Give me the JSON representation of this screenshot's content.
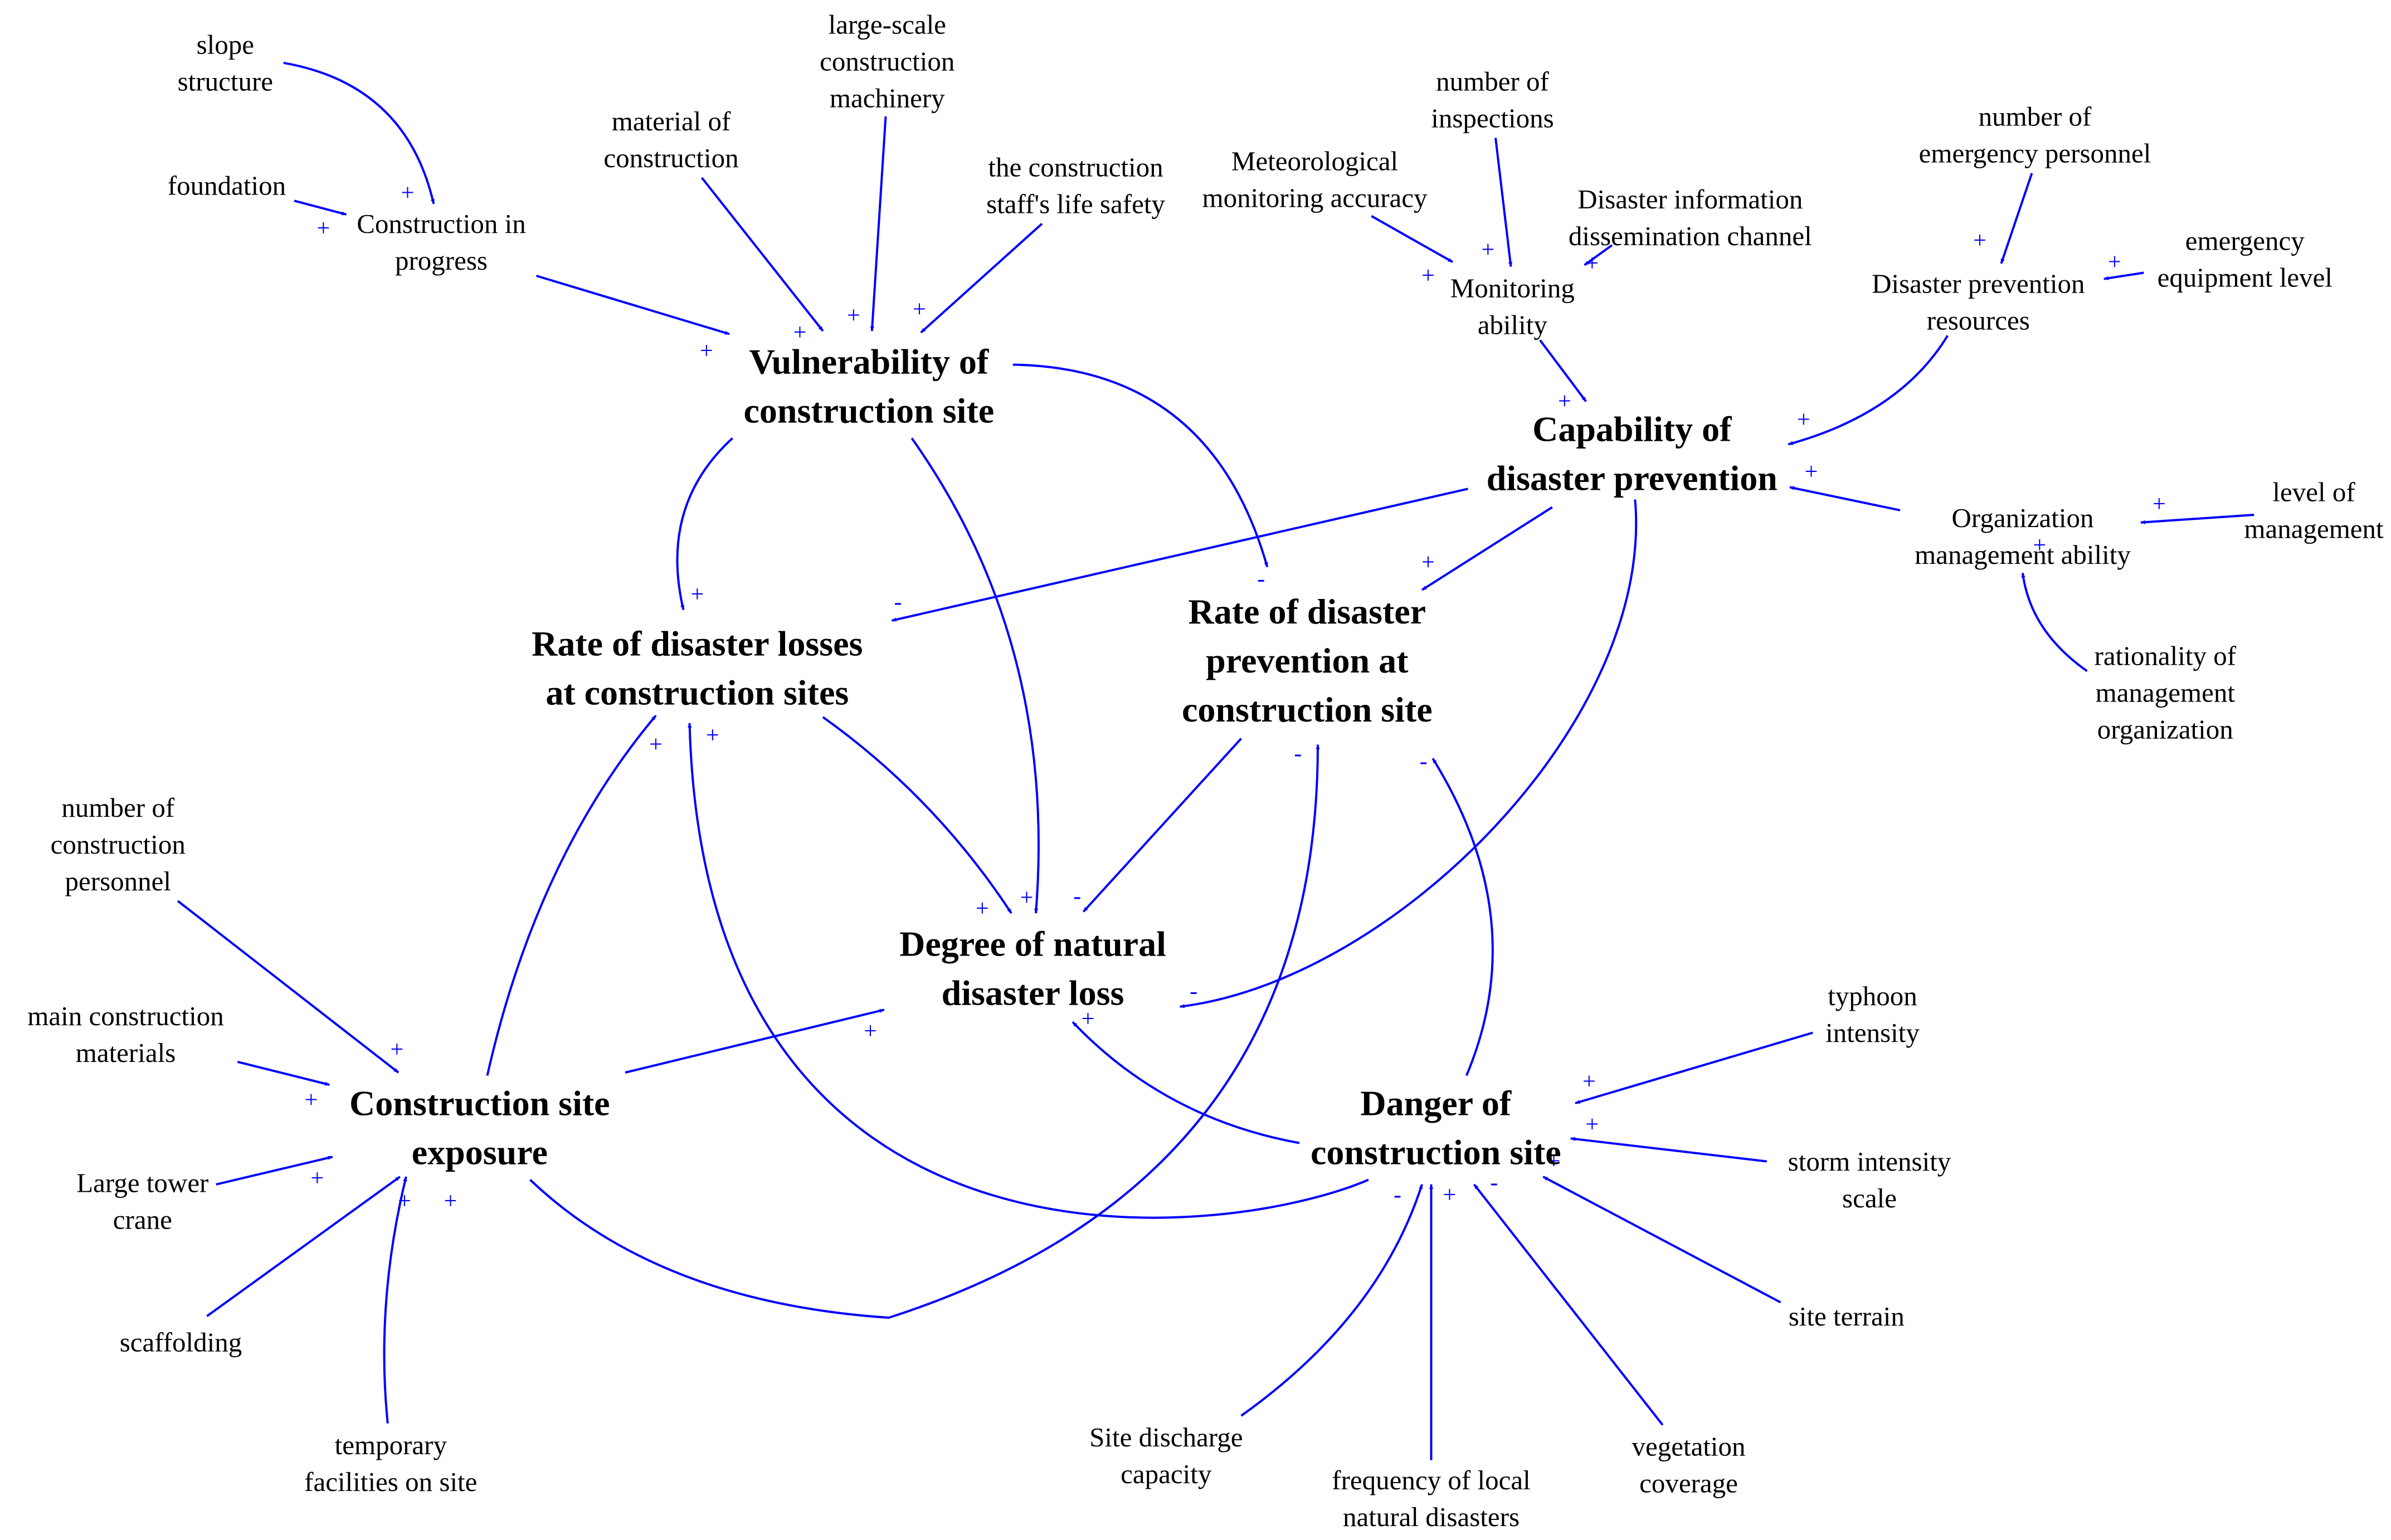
{
  "diagram": {
    "colors": {
      "link": "#0000ff",
      "text": "#000000",
      "background": "#ffffff"
    },
    "nodes": {
      "slope_structure": {
        "lines": [
          "slope",
          "structure"
        ],
        "kind": "minor"
      },
      "foundation": {
        "lines": [
          "foundation"
        ],
        "kind": "minor"
      },
      "construction_in_progress": {
        "lines": [
          "Construction in",
          "progress"
        ],
        "kind": "minor"
      },
      "material_of_construction": {
        "lines": [
          "material of",
          "construction"
        ],
        "kind": "minor"
      },
      "large_scale_machinery": {
        "lines": [
          "large-scale",
          "construction",
          "machinery"
        ],
        "kind": "minor"
      },
      "staff_life_safety": {
        "lines": [
          "the construction",
          "staff's life safety"
        ],
        "kind": "minor"
      },
      "vulnerability": {
        "lines": [
          "Vulnerability of",
          "construction site"
        ],
        "kind": "major"
      },
      "meteorological_accuracy": {
        "lines": [
          "Meteorological",
          "monitoring accuracy"
        ],
        "kind": "minor"
      },
      "number_of_inspections": {
        "lines": [
          "number of",
          "inspections"
        ],
        "kind": "minor"
      },
      "info_channel": {
        "lines": [
          "Disaster information",
          "dissemination channel"
        ],
        "kind": "minor"
      },
      "monitoring_ability": {
        "lines": [
          "Monitoring",
          "ability"
        ],
        "kind": "minor"
      },
      "emergency_personnel": {
        "lines": [
          "number of",
          "emergency personnel"
        ],
        "kind": "minor"
      },
      "emergency_equipment": {
        "lines": [
          "emergency",
          "equipment level"
        ],
        "kind": "minor"
      },
      "prevention_resources": {
        "lines": [
          "Disaster prevention",
          "resources"
        ],
        "kind": "minor"
      },
      "capability": {
        "lines": [
          "Capability of",
          "disaster prevention"
        ],
        "kind": "major"
      },
      "org_ability": {
        "lines": [
          "Organization",
          "management ability"
        ],
        "kind": "minor"
      },
      "level_of_management": {
        "lines": [
          "level of",
          "management"
        ],
        "kind": "minor"
      },
      "rationality": {
        "lines": [
          "rationality of",
          "management",
          "organization"
        ],
        "kind": "minor"
      },
      "rate_losses": {
        "lines": [
          "Rate of disaster losses",
          "at construction sites"
        ],
        "kind": "major"
      },
      "rate_prevention": {
        "lines": [
          "Rate of disaster",
          "prevention at",
          "construction site"
        ],
        "kind": "major"
      },
      "degree_loss": {
        "lines": [
          "Degree of natural",
          "disaster loss"
        ],
        "kind": "major"
      },
      "construction_personnel": {
        "lines": [
          "number of",
          "construction",
          "personnel"
        ],
        "kind": "minor"
      },
      "main_materials": {
        "lines": [
          "main construction",
          "materials"
        ],
        "kind": "minor"
      },
      "tower_crane": {
        "lines": [
          "Large tower",
          "crane"
        ],
        "kind": "minor"
      },
      "scaffolding": {
        "lines": [
          "scaffolding"
        ],
        "kind": "minor"
      },
      "temporary_facilities": {
        "lines": [
          "temporary",
          "facilities on site"
        ],
        "kind": "minor"
      },
      "exposure": {
        "lines": [
          "Construction site",
          "exposure"
        ],
        "kind": "major"
      },
      "danger": {
        "lines": [
          "Danger of",
          "construction site"
        ],
        "kind": "major"
      },
      "typhoon": {
        "lines": [
          "typhoon",
          "intensity"
        ],
        "kind": "minor"
      },
      "storm": {
        "lines": [
          "storm intensity",
          "scale"
        ],
        "kind": "minor"
      },
      "terrain": {
        "lines": [
          "site terrain"
        ],
        "kind": "minor"
      },
      "discharge": {
        "lines": [
          "Site discharge",
          "capacity"
        ],
        "kind": "minor"
      },
      "local_disasters": {
        "lines": [
          "frequency of local",
          "natural disasters"
        ],
        "kind": "minor"
      },
      "vegetation": {
        "lines": [
          "vegetation",
          "coverage"
        ],
        "kind": "minor"
      }
    },
    "links": [
      {
        "from": "slope_structure",
        "to": "construction_in_progress",
        "polarity": "+"
      },
      {
        "from": "foundation",
        "to": "construction_in_progress",
        "polarity": "+"
      },
      {
        "from": "construction_in_progress",
        "to": "vulnerability",
        "polarity": "+"
      },
      {
        "from": "material_of_construction",
        "to": "vulnerability",
        "polarity": "+"
      },
      {
        "from": "large_scale_machinery",
        "to": "vulnerability",
        "polarity": "+"
      },
      {
        "from": "staff_life_safety",
        "to": "vulnerability",
        "polarity": "+"
      },
      {
        "from": "meteorological_accuracy",
        "to": "monitoring_ability",
        "polarity": "+"
      },
      {
        "from": "number_of_inspections",
        "to": "monitoring_ability",
        "polarity": "+"
      },
      {
        "from": "info_channel",
        "to": "monitoring_ability",
        "polarity": "+"
      },
      {
        "from": "monitoring_ability",
        "to": "capability",
        "polarity": "+"
      },
      {
        "from": "emergency_personnel",
        "to": "prevention_resources",
        "polarity": "+"
      },
      {
        "from": "emergency_equipment",
        "to": "prevention_resources",
        "polarity": "+"
      },
      {
        "from": "prevention_resources",
        "to": "capability",
        "polarity": "+"
      },
      {
        "from": "org_ability",
        "to": "capability",
        "polarity": "+"
      },
      {
        "from": "level_of_management",
        "to": "org_ability",
        "polarity": "+"
      },
      {
        "from": "rationality",
        "to": "org_ability",
        "polarity": "+"
      },
      {
        "from": "vulnerability",
        "to": "rate_losses",
        "polarity": "+"
      },
      {
        "from": "vulnerability",
        "to": "degree_loss",
        "polarity": "+"
      },
      {
        "from": "vulnerability",
        "to": "rate_prevention",
        "polarity": "-"
      },
      {
        "from": "capability",
        "to": "rate_losses",
        "polarity": "-"
      },
      {
        "from": "capability",
        "to": "rate_prevention",
        "polarity": "+"
      },
      {
        "from": "capability",
        "to": "degree_loss",
        "polarity": "-"
      },
      {
        "from": "rate_losses",
        "to": "degree_loss",
        "polarity": "+"
      },
      {
        "from": "rate_prevention",
        "to": "degree_loss",
        "polarity": "-"
      },
      {
        "from": "construction_personnel",
        "to": "exposure",
        "polarity": "+"
      },
      {
        "from": "main_materials",
        "to": "exposure",
        "polarity": "+"
      },
      {
        "from": "tower_crane",
        "to": "exposure",
        "polarity": "+"
      },
      {
        "from": "scaffolding",
        "to": "exposure",
        "polarity": "+"
      },
      {
        "from": "temporary_facilities",
        "to": "exposure",
        "polarity": "+"
      },
      {
        "from": "exposure",
        "to": "rate_losses",
        "polarity": "+"
      },
      {
        "from": "exposure",
        "to": "degree_loss",
        "polarity": "+"
      },
      {
        "from": "exposure",
        "to": "rate_prevention",
        "polarity": "-"
      },
      {
        "from": "danger",
        "to": "degree_loss",
        "polarity": "+"
      },
      {
        "from": "danger",
        "to": "rate_losses",
        "polarity": "+"
      },
      {
        "from": "danger",
        "to": "rate_prevention",
        "polarity": "-"
      },
      {
        "from": "typhoon",
        "to": "danger",
        "polarity": "+"
      },
      {
        "from": "storm",
        "to": "danger",
        "polarity": "+"
      },
      {
        "from": "terrain",
        "to": "danger",
        "polarity": "+"
      },
      {
        "from": "discharge",
        "to": "danger",
        "polarity": "-"
      },
      {
        "from": "local_disasters",
        "to": "danger",
        "polarity": "+"
      },
      {
        "from": "vegetation",
        "to": "danger",
        "polarity": "-"
      }
    ]
  }
}
